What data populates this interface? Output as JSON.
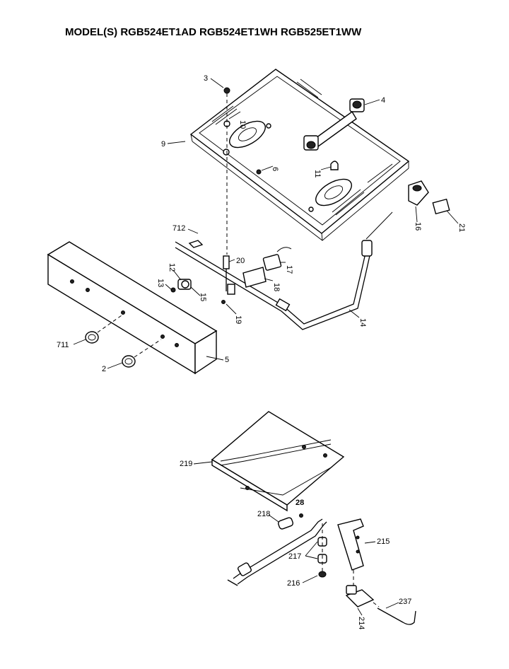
{
  "title": "MODEL(S) RGB524ET1AD  RGB524ET1WH  RGB525ET1WW",
  "callouts": {
    "p3": "3",
    "p10": "10",
    "p4": "4",
    "p9": "9",
    "p6": "6",
    "p11": "11",
    "p16": "16",
    "p21": "21",
    "p712": "712",
    "p12": "12",
    "p13": "13",
    "p15": "15",
    "p20": "20",
    "p17": "17",
    "p18": "18",
    "p19": "19",
    "p14": "14",
    "p711": "711",
    "p2": "2",
    "p5": "5",
    "p219": "219",
    "p28": "28",
    "p218": "218",
    "p215": "215",
    "p217": "217",
    "p216": "216",
    "p214": "214",
    "p237": "237"
  }
}
